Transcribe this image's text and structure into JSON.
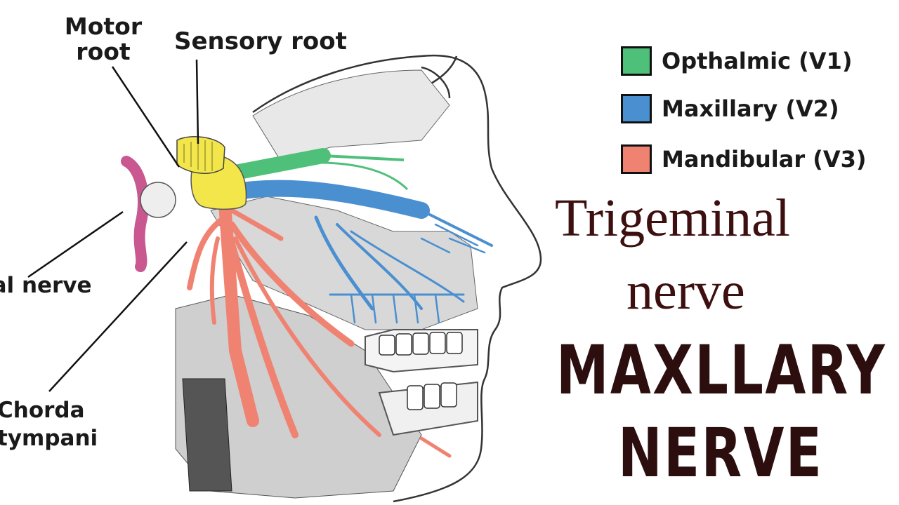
{
  "labels": {
    "motor_root": "Motor root",
    "sensory_root": "Sensory root",
    "facial_nerve": "ial nerve",
    "chorda_tympani": "Chorda tympani"
  },
  "legend": [
    {
      "label": "Opthalmic (V1)",
      "color": "#4ec07a"
    },
    {
      "label": "Maxillary (V2)",
      "color": "#4a8fd0"
    },
    {
      "label": "Mandibular (V3)",
      "color": "#f08272"
    }
  ],
  "title": {
    "line1": "Trigeminal",
    "line2": "nerve",
    "line3": "MAXLLARY",
    "line4": "NERVE"
  },
  "colors": {
    "ganglion": "#f2e64a",
    "facial_nerve": "#c8588f",
    "title": "#3d0f0f"
  }
}
